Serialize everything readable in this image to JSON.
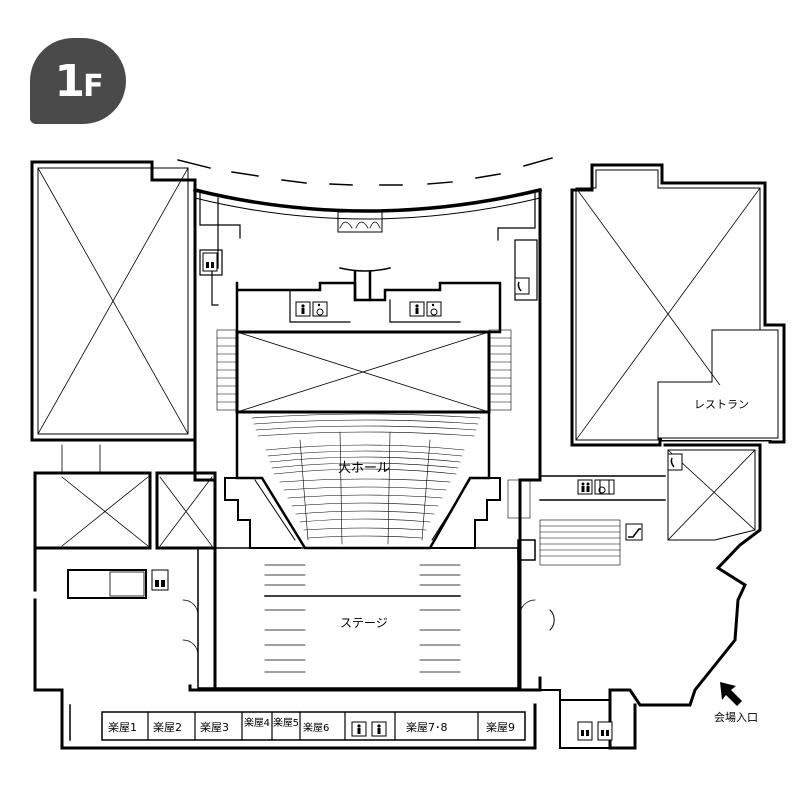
{
  "floor": {
    "number": "1",
    "suffix": "F"
  },
  "labels": {
    "main_hall": "大ホール",
    "stage": "ステージ",
    "restaurant": "レストラン",
    "entrance": "会場入口"
  },
  "dressing_rooms": [
    "楽屋1",
    "楽屋2",
    "楽屋3",
    "楽屋4",
    "楽屋5",
    "楽屋6",
    "楽屋7･8",
    "楽屋9"
  ],
  "colors": {
    "badge": "#4a4a4a",
    "line": "#000000",
    "background": "#ffffff"
  },
  "icons": [
    "toilet-male-icon",
    "toilet-female-icon",
    "wheelchair-icon",
    "phone-icon",
    "elevator-icon",
    "escalator-icon",
    "entrance-arrow-icon"
  ]
}
